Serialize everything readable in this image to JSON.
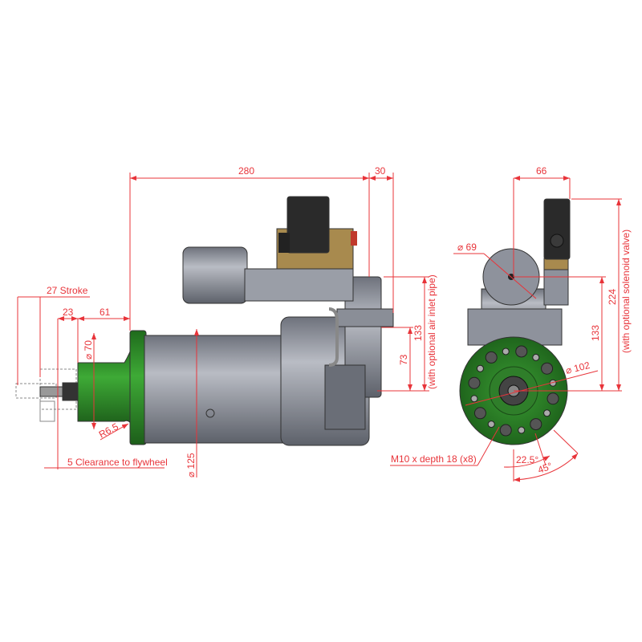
{
  "colors": {
    "dimension": "#e8343a",
    "flange_green": "#2e8b2a",
    "body_gray": "#8e929c",
    "brass": "#a88a4e",
    "solenoid": "#2a2a2a"
  },
  "side_view": {
    "dims": {
      "overall_length": "280",
      "inlet_offset": "30",
      "stroke": "27 Stroke",
      "pinion_length": "23",
      "nose_length": "61",
      "nose_diameter": "⌀ 70",
      "radius": "R6.5",
      "clearance": "5 Clearance to flywheel",
      "body_diameter": "⌀ 125",
      "inlet_height_low": "73",
      "inlet_height": "133",
      "inlet_note": "(with optional air inlet pipe)"
    }
  },
  "front_view": {
    "dims": {
      "valve_offset": "66",
      "motor_diameter": "⌀ 69",
      "flange_diameter": "⌀ 102",
      "height": "133",
      "height_solenoid": "224",
      "solenoid_note": "(with optional solenoid valve)",
      "bolt_holes": "M10 x depth 18 (x8)",
      "angle_small": "22.5°",
      "angle_large": "45°"
    }
  }
}
